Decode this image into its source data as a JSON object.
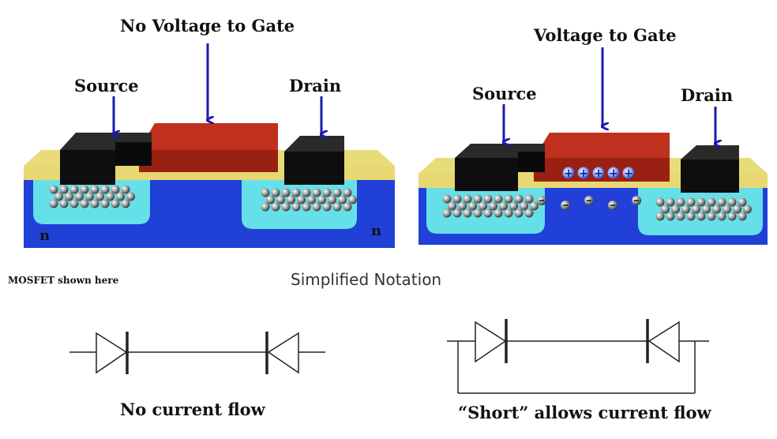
{
  "left_panel": {
    "title": "No Voltage to Gate",
    "source_label": "Source",
    "drain_label": "Drain",
    "substrate_left": "n",
    "substrate_right": "n"
  },
  "right_panel": {
    "title": "Voltage to Gate",
    "source_label": "Source",
    "drain_label": "Drain",
    "gate_charges": "+++++"
  },
  "caption_left": "MOSFET shown here",
  "notation_title": "Simplified Notation",
  "notation_left_caption": "No current flow",
  "notation_right_caption": "“Short” allows current flow",
  "colors": {
    "substrate": "#2040d8",
    "well": "#66e0e8",
    "oxide": "#f0e68a",
    "gate": "#a82418",
    "contact": "#101010",
    "arrow": "#1a1ab0"
  }
}
